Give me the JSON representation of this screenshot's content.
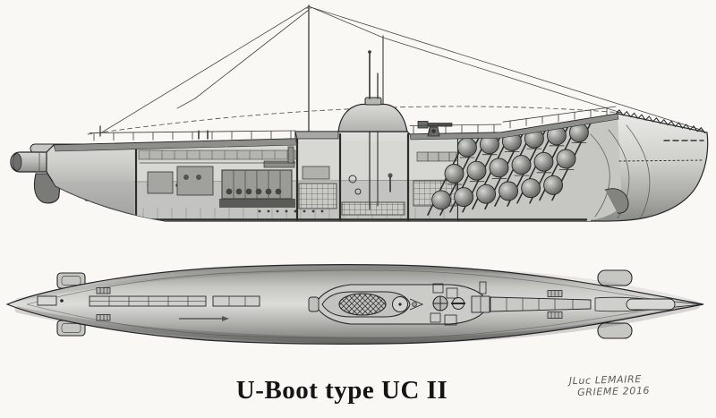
{
  "title": {
    "text": "U-Boot type UC II"
  },
  "signature": {
    "line1": "JLuc LEMAIRE",
    "line2": "GRIEME 2016"
  },
  "views": {
    "side": {
      "label": "Side cutaway elevation: stern torpedo tube, engine room, control room, conning tower with periscopes, deck gun, six inclined mine chutes with mines, serrated net-cutter bow, antenna masts and rigging"
    },
    "top": {
      "label": "Top plan view: hull with stern and bow dive planes, deck hatches, conning tower platform with hatched hatch cover and gun mount"
    }
  },
  "colors": {
    "paper": "#f9f8f5",
    "ink": "#222222",
    "hull_light": "#e6e6e3",
    "hull_mid": "#c4c4c1",
    "hull_dark": "#8d8d8a",
    "shadow": "#4f4f4c"
  }
}
